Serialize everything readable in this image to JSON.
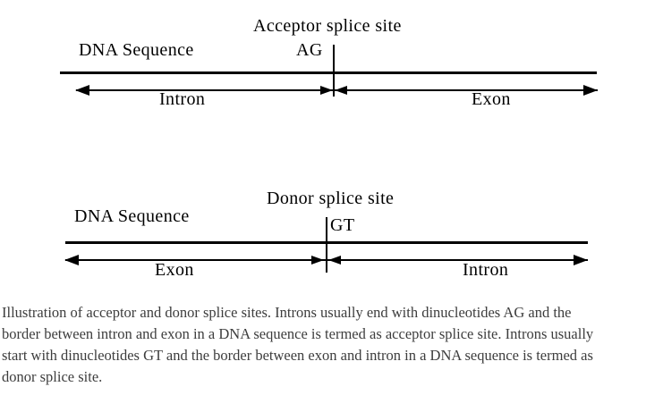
{
  "diagrams": {
    "acceptor": {
      "title": "Acceptor splice site",
      "sequence_label": "DNA Sequence",
      "dinucleotide": "AG",
      "left_region": "Intron",
      "right_region": "Exon"
    },
    "donor": {
      "title": "Donor splice site",
      "sequence_label": "DNA Sequence",
      "dinucleotide": "GT",
      "left_region": "Exon",
      "right_region": "Intron"
    }
  },
  "caption": {
    "lines": [
      "Illustration of acceptor and donor splice sites. Introns usually end with dinucleotides AG and the",
      "border between intron and exon in a DNA sequence is termed as acceptor splice site. Introns usually",
      "start with dinucleotides GT and the border between exon and intron in a DNA sequence is termed as",
      "donor splice site."
    ]
  },
  "colors": {
    "line": "#000000",
    "label_text": "#000000",
    "caption_text": "#3d3d3d",
    "background": "#ffffff"
  }
}
